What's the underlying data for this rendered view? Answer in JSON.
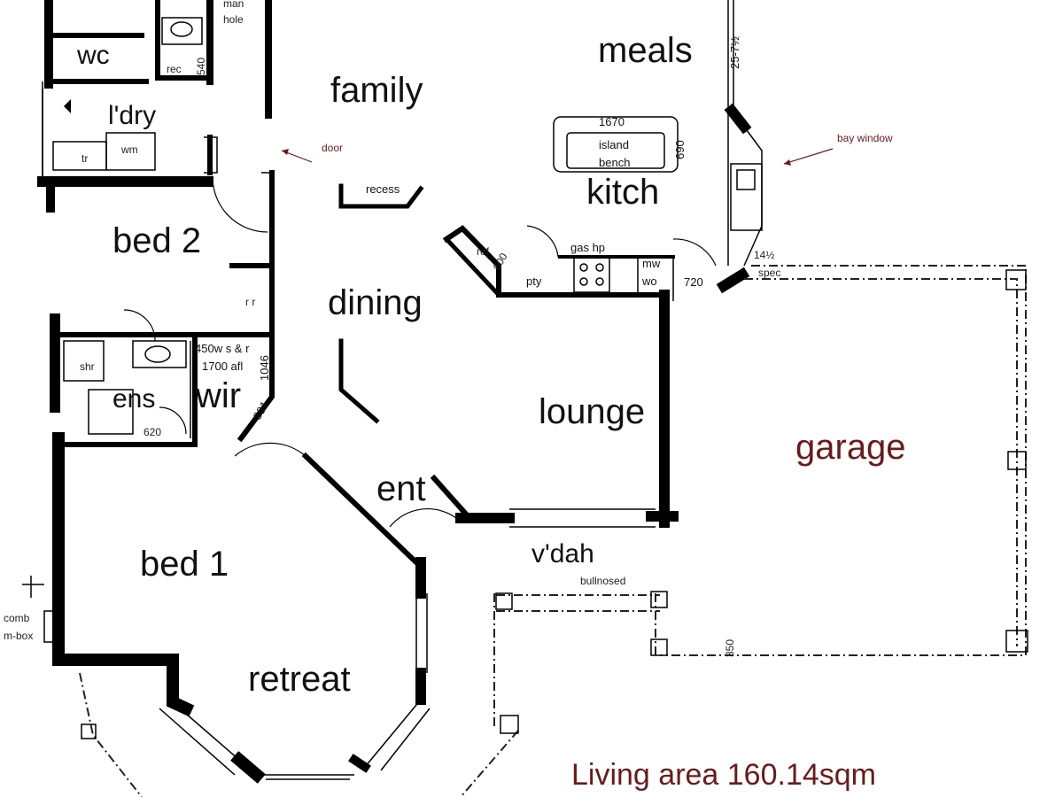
{
  "rooms": {
    "wc": "wc",
    "laundry": "l'dry",
    "family": "family",
    "meals": "meals",
    "kitchen": "kitch",
    "bed2": "bed 2",
    "dining": "dining",
    "ensuite": "ens",
    "wir": "wir",
    "lounge": "lounge",
    "garage": "garage",
    "entry": "ent",
    "verandah": "v'dah",
    "bed1": "bed 1",
    "retreat": "retreat"
  },
  "labels": {
    "manhole_1": "man",
    "manhole_2": "hole",
    "rec": "rec",
    "dim_540": "540",
    "wm": "wm",
    "tr": "tr",
    "recess": "recess",
    "island_len": "1670",
    "island_1": "island",
    "island_2": "bench",
    "island_dim": "690",
    "dim_2574": "25-7½",
    "ref": "ref",
    "dim_600": "600",
    "pty": "pty",
    "gas_hp": "gas hp",
    "mw": "mw",
    "wo": "wo",
    "dim_720": "720",
    "spec_1": "14½",
    "spec_2": "spec",
    "rr": "r r",
    "shr": "shr",
    "wir_note_1": "450w s & r",
    "wir_note_2": "1700 afl",
    "dim_1046": "1046",
    "dim_891": "891",
    "dim_620": "620",
    "bullnosed": "bullnosed",
    "comb_1": "comb",
    "comb_2": "m-box",
    "dim_350": "350"
  },
  "annotations": {
    "door": "door",
    "bay_window": "bay window",
    "living_area": "Living area 160.14sqm"
  },
  "colors": {
    "wall": "#000000",
    "annotation": "#6b1a1a"
  }
}
